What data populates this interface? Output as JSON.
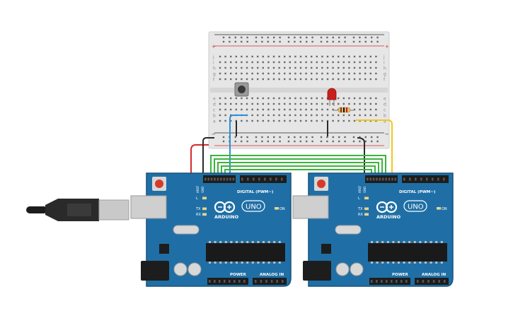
{
  "breadboard": {
    "rail_plus": "+",
    "rail_minus": "−",
    "row_letters_top": [
      "j",
      "i",
      "h",
      "g",
      "f"
    ],
    "row_letters_bottom": [
      "e",
      "d",
      "c",
      "b",
      "a"
    ],
    "column_count": 30
  },
  "boards": [
    {
      "brand": "ARDUINO",
      "model": "UNO",
      "on_label": "ON",
      "digital_label": "DIGITAL (PWM~)",
      "power_label": "POWER",
      "analog_label": "ANALOG IN",
      "pin_aref": "AREF",
      "pin_gnd": "GND",
      "tx_label": "TX",
      "rx_label": "RX",
      "l_label": "L"
    },
    {
      "brand": "ARDUINO",
      "model": "UNO",
      "on_label": "ON",
      "digital_label": "DIGITAL (PWM~)",
      "power_label": "POWER",
      "analog_label": "ANALOG IN",
      "pin_aref": "AREF",
      "pin_gnd": "GND",
      "tx_label": "TX",
      "rx_label": "RX",
      "l_label": "L"
    }
  ],
  "colors": {
    "board_blue": "#1f6fa6",
    "board_dark": "#17547f",
    "breadboard": "#e6e6e6",
    "wire_red": "#d62a2a",
    "wire_black": "#2b2b2b",
    "wire_blue": "#2b8fd6",
    "wire_green": "#3cb33c",
    "wire_yellow": "#f2c81b",
    "led_red": "#c8201e"
  },
  "icons": [
    "usb-plug-icon",
    "infinity-logo-icon",
    "led-icon",
    "resistor-icon",
    "pushbutton-icon"
  ]
}
